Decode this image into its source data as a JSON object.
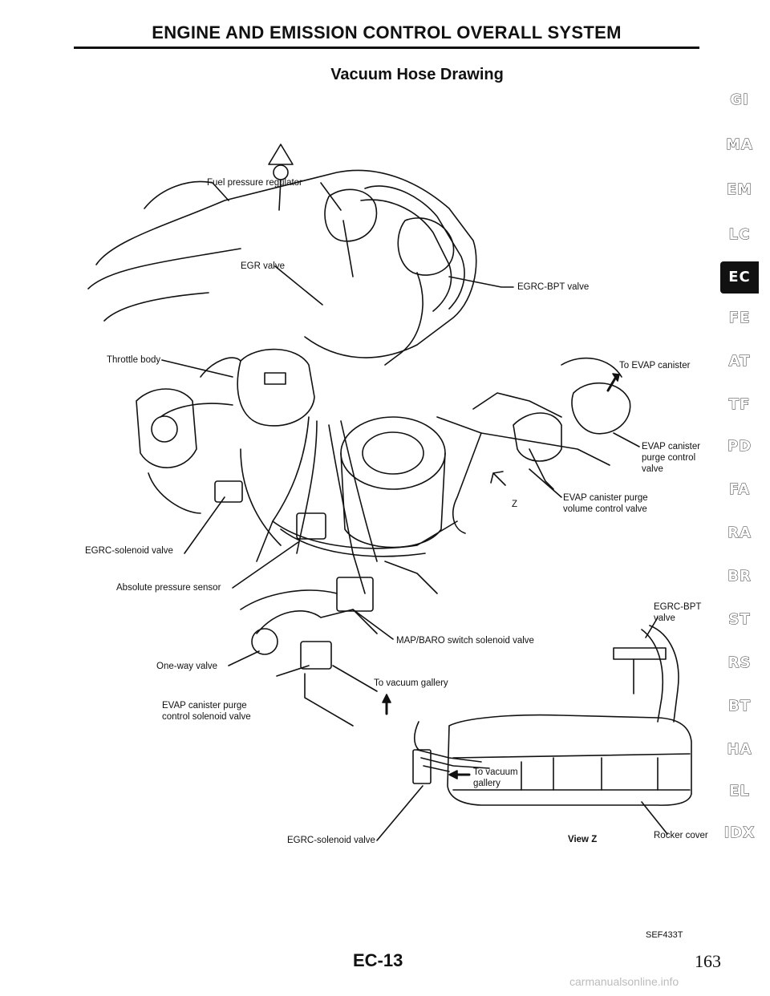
{
  "header": {
    "title": "ENGINE AND EMISSION CONTROL OVERALL SYSTEM"
  },
  "subtitle": "Vacuum Hose Drawing",
  "labels": {
    "fuel_pressure_regulator": "Fuel pressure regulator",
    "egr_valve": "EGR valve",
    "egrc_bpt_valve_top": "EGRC-BPT valve",
    "throttle_body": "Throttle body",
    "to_evap_canister": "To EVAP canister",
    "evap_canister_purge_control_valve": "EVAP canister purge control valve",
    "evap_canister_purge_volume_control_valve": "EVAP canister purge volume control valve",
    "z_marker": "Z",
    "egrc_solenoid_valve_left": "EGRC-solenoid valve",
    "absolute_pressure_sensor": "Absolute pressure sensor",
    "egrc_bpt_valve_right": "EGRC-BPT valve",
    "map_baro_switch_solenoid_valve": "MAP/BARO switch solenoid valve",
    "one_way_valve": "One-way valve",
    "to_vacuum_gallery_center": "To vacuum gallery",
    "evap_canister_purge_control_solenoid_valve": "EVAP canister purge control solenoid valve",
    "to_vacuum_gallery_right": "To vacuum gallery",
    "egrc_solenoid_valve_bottom": "EGRC-solenoid valve",
    "view_z": "View Z",
    "rocker_cover": "Rocker cover"
  },
  "side_tabs": [
    "GI",
    "MA",
    "EM",
    "LC",
    "EC",
    "FE",
    "AT",
    "TF",
    "PD",
    "FA",
    "RA",
    "BR",
    "ST",
    "RS",
    "BT",
    "HA",
    "EL",
    "IDX"
  ],
  "active_tab": "EC",
  "footer": {
    "page_code": "EC-13",
    "figure_ref": "SEF433T",
    "page_number": "163",
    "watermark": "carmanualsonline.info"
  }
}
